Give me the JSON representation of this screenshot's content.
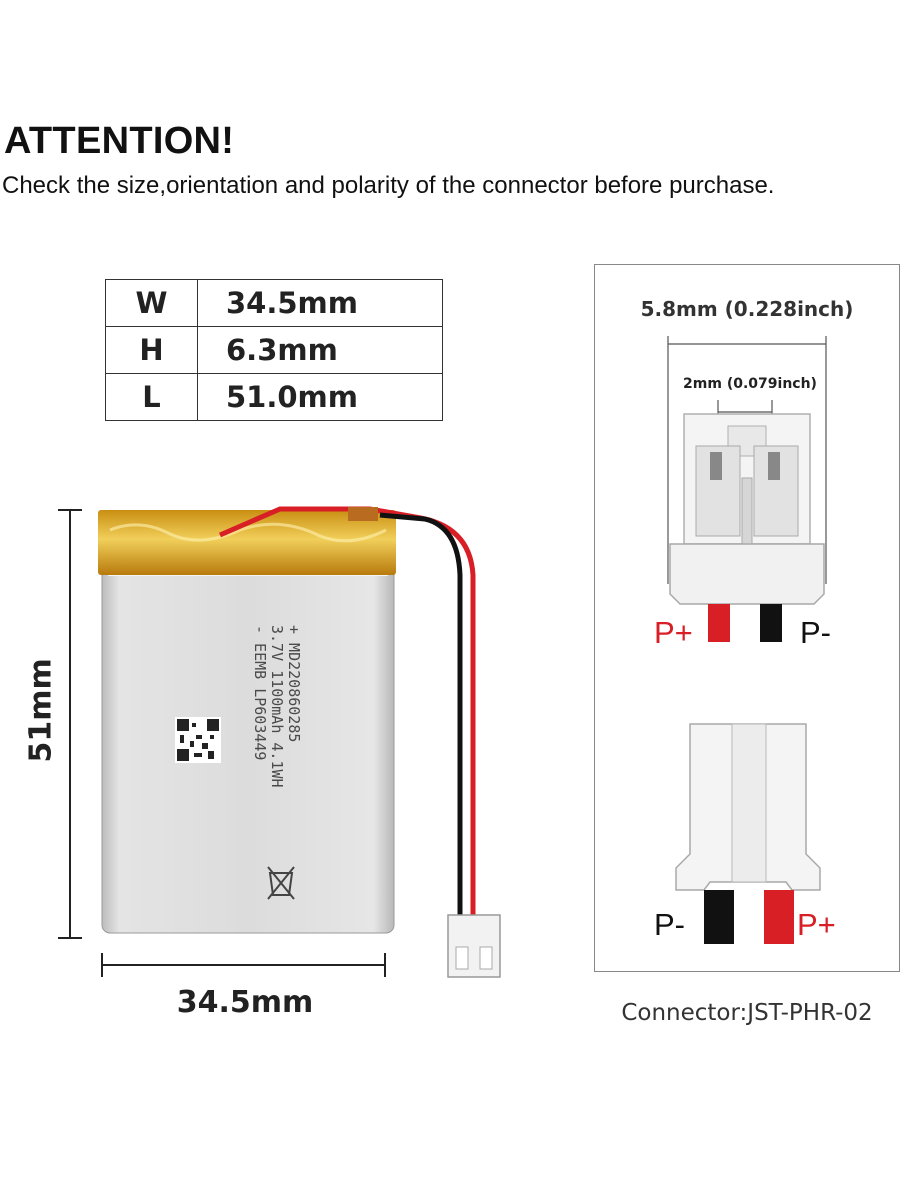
{
  "header": {
    "title": "ATTENTION!",
    "subtitle": "Check the size,orientation and polarity of the connector before purchase."
  },
  "dimensions_table": {
    "rows": [
      {
        "key": "W",
        "value": "34.5mm"
      },
      {
        "key": "H",
        "value": "6.3mm"
      },
      {
        "key": "L",
        "value": "51.0mm"
      }
    ]
  },
  "battery": {
    "length_label": "51mm",
    "width_label": "34.5mm",
    "print_lines": [
      "- EEMB LP603449",
      "3.7V 1100mAh 4.1WH",
      "+ MD220860285"
    ]
  },
  "connector": {
    "pitch_outer": "5.8mm (0.228inch)",
    "pitch_inner": "2mm (0.079inch)",
    "top_left_polarity": "P+",
    "top_right_polarity": "P-",
    "bottom_left_polarity": "P-",
    "bottom_right_polarity": "P+",
    "name": "Connector:JST-PHR-02"
  },
  "colors": {
    "wire_red": "#d81f26",
    "wire_black": "#111111",
    "tape_yellow": "#e3b12b",
    "cell_silver": "#d6d6d6"
  }
}
